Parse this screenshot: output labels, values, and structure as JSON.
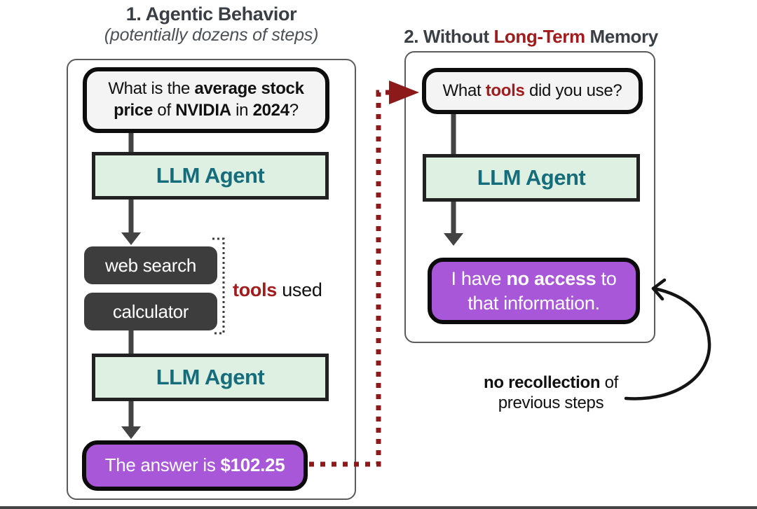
{
  "colors": {
    "accent_red": "#a11c1c",
    "dotted_red": "#8c1a1a",
    "purple": "#a857d8",
    "agent_fill": "#def0e1",
    "agent_text": "#156d7b",
    "chip_fill": "#3d3d3d",
    "wire_gray": "#434343"
  },
  "section1": {
    "title": "1.  Agentic Behavior",
    "subtitle": "(potentially dozens of steps)",
    "question": {
      "s1": "What is the ",
      "s2": "average stock price",
      "s3": " of ",
      "s4": "NVIDIA",
      "s5": " in ",
      "s6": "2024",
      "s7": "?"
    },
    "agent_top": "LLM Agent",
    "tool1": "web search",
    "tool2": "calculator",
    "tools_label": {
      "bold": "tools",
      "rest": " used"
    },
    "agent_bottom": "LLM Agent",
    "answer": {
      "s1": "The answer is ",
      "s2": "$102.25"
    }
  },
  "section2": {
    "title": {
      "s1": "2.  Without ",
      "s2": "Long-Term",
      "s3": " Memory"
    },
    "question": {
      "s1": "What ",
      "s2": "tools",
      "s3": " did you use?"
    },
    "agent": "LLM Agent",
    "answer": {
      "s1": "I have ",
      "s2": "no access",
      "s3": " to that information."
    },
    "note": {
      "bold": "no recollection",
      "rest": " of",
      "line2": "previous steps"
    }
  }
}
